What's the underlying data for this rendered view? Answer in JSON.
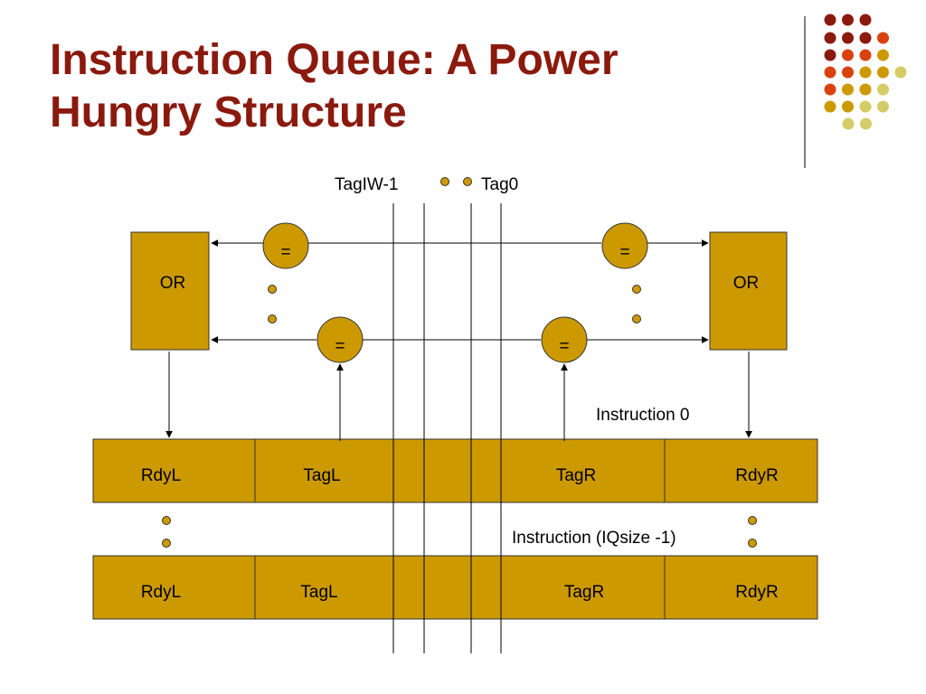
{
  "title": {
    "line1": "Instruction Queue: A Power",
    "line2": "Hungry Structure"
  },
  "colors": {
    "title": "#8b1a0e",
    "box_fill": "#cc9900",
    "dot_palette": [
      "#8b1a0e",
      "#d9420f",
      "#cc9900",
      "#d4cc66"
    ]
  },
  "tags": {
    "left": "TagIW-1",
    "right": "Tag0"
  },
  "or_left": "OR",
  "or_right": "OR",
  "comparator_symbol": "=",
  "labels": {
    "instruction_first": "Instruction 0",
    "instruction_last": "Instruction (IQsize -1)"
  },
  "rows": [
    {
      "rdyl": "RdyL",
      "tagl": "TagL",
      "tagr": "TagR",
      "rdyr": "RdyR"
    },
    {
      "rdyl": "RdyL",
      "tagl": "TagL",
      "tagr": "TagR",
      "rdyr": "RdyR"
    }
  ]
}
